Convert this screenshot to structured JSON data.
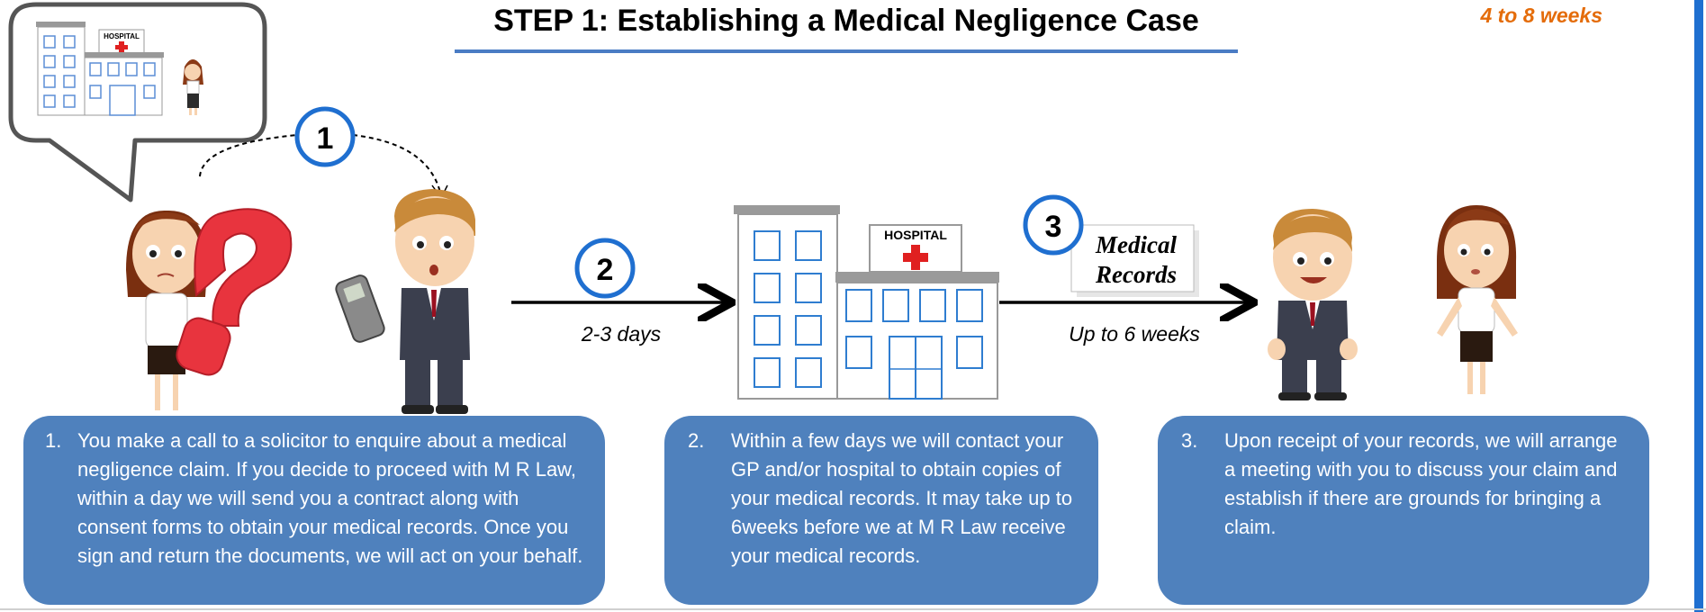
{
  "title": "STEP 1: Establishing a Medical Negligence Case",
  "duration": "4 to 8 weeks",
  "hospital_sign": "HOSPITAL",
  "records_card": {
    "line1": "Medical",
    "line2": "Records"
  },
  "step_circles": [
    "1",
    "2",
    "3"
  ],
  "timings": {
    "step2": "2-3 days",
    "step3": "Up to 6 weeks"
  },
  "boxes": [
    {
      "number": "1.",
      "text": "You make a call  to a solicitor to enquire about a medical negligence claim.  If you decide to proceed with M R Law, within a day we will send you a contract along with consent forms to obtain your medical records. Once you sign and return the documents, we will act on your behalf."
    },
    {
      "number": "2.",
      "text": "Within a few days we will contact your GP and/or hospital to obtain copies of your medical records. It may take up to 6weeks before we at M R Law receive your medical records."
    },
    {
      "number": "3.",
      "text": "Upon receipt of your records, we will arrange a meeting with you to discuss your claim and establish if there are grounds for bringing a claim."
    }
  ],
  "colors": {
    "accent_blue": "#4f81bd",
    "circle_blue": "#1f6fd0",
    "duration_orange": "#e46c0a"
  }
}
